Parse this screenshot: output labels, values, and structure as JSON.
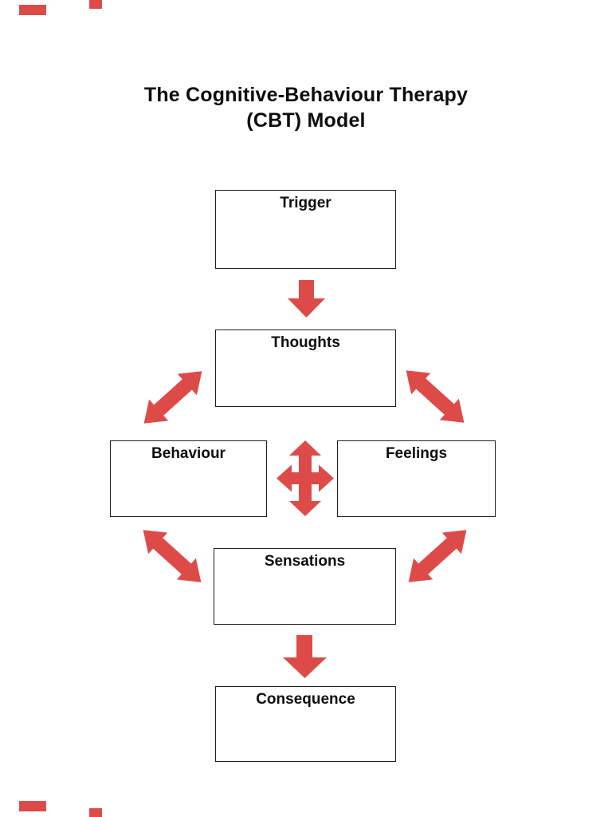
{
  "page": {
    "background": "#ffffff",
    "accent_red": "#dd4b49",
    "box_border": "#1f1f1f",
    "text_color": "#0d0d0d"
  },
  "title": {
    "line1": "The Cognitive-Behaviour Therapy",
    "line2": "(CBT) Model"
  },
  "diagram": {
    "nodes": [
      {
        "id": "trigger",
        "label": "Trigger"
      },
      {
        "id": "thoughts",
        "label": "Thoughts"
      },
      {
        "id": "behaviour",
        "label": "Behaviour"
      },
      {
        "id": "feelings",
        "label": "Feelings"
      },
      {
        "id": "sensations",
        "label": "Sensations"
      },
      {
        "id": "consequence",
        "label": "Consequence"
      }
    ],
    "connections": [
      {
        "from": "Trigger",
        "to": "Thoughts",
        "style": "single-headed-down-arrow"
      },
      {
        "from": "Thoughts",
        "to": "Behaviour",
        "style": "double-headed-diagonal-arrow"
      },
      {
        "from": "Thoughts",
        "to": "Feelings",
        "style": "double-headed-diagonal-arrow"
      },
      {
        "from": "Behaviour",
        "to": "Feelings",
        "style": "four-way-cross-arrow"
      },
      {
        "from": "Behaviour",
        "to": "Sensations",
        "style": "double-headed-diagonal-arrow"
      },
      {
        "from": "Feelings",
        "to": "Sensations",
        "style": "double-headed-diagonal-arrow"
      },
      {
        "from": "Sensations",
        "to": "Consequence",
        "style": "single-headed-down-arrow"
      }
    ]
  }
}
